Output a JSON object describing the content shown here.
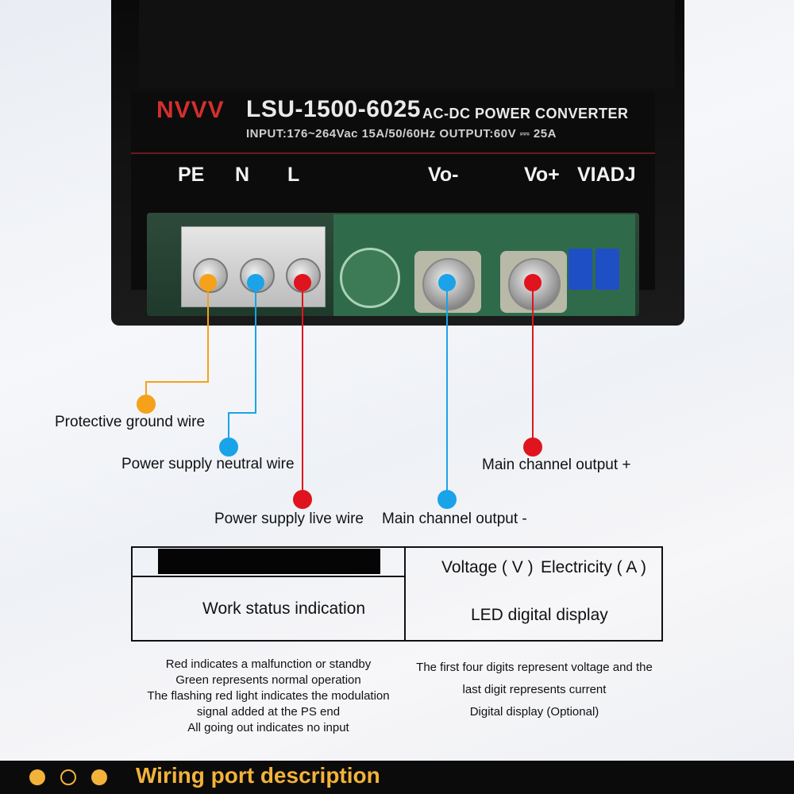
{
  "device": {
    "brand": "NVVV",
    "model": "LSU-1500-6025",
    "model_suffix": "AC-DC POWER CONVERTER",
    "spec_line": "INPUT:176~264Vac  15A/50/60Hz  OUTPUT:60V ⎓ 25A",
    "terminals": {
      "pe": "PE",
      "n": "N",
      "l": "L",
      "vo_minus": "Vo-",
      "vo_plus": "Vo+",
      "viadj": "VIADJ"
    }
  },
  "callouts": {
    "protective_ground": "Protective ground wire",
    "neutral": "Power supply neutral wire",
    "live": "Power supply live wire",
    "output_minus": "Main channel output -",
    "output_plus": "Main channel output +"
  },
  "table": {
    "left_label": "Work status indication",
    "right_header_voltage": "Voltage ( V )",
    "right_header_current": "Electricity ( A )",
    "right_label": "LED digital display"
  },
  "descriptions": {
    "status_lines": [
      "Red indicates a malfunction or standby",
      "Green represents normal operation",
      "The flashing red light indicates the modulation",
      "signal added at the PS end",
      "All going out indicates no input"
    ],
    "display_lines": [
      "The first four digits represent voltage and the",
      "last digit represents current",
      "Digital display (Optional)"
    ]
  },
  "footer": {
    "title": "Wiring port description"
  },
  "colors": {
    "ground": "#f5a11a",
    "neutral": "#1aa3e8",
    "live": "#e0141e",
    "footer_accent": "#f3b23a"
  }
}
